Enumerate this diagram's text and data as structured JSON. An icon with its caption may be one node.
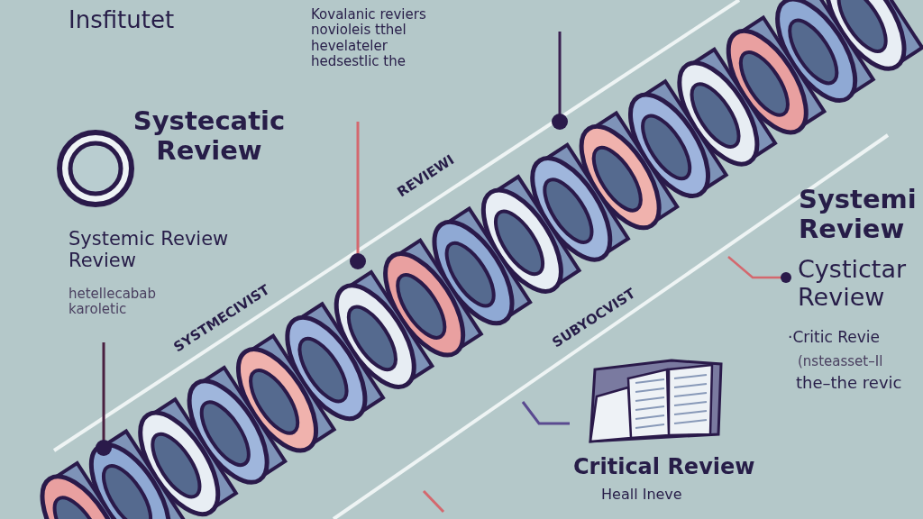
{
  "diagram": {
    "labels": [
      "Insfitutet",
      "Kovalanic reviers novioleis tthel hevelateler hedsestlic the",
      "Systecatic Review",
      "REVIEWI",
      "Systemic Review Review",
      "hetellecabab karoletic",
      "SYSTMECIVIST",
      "Systemi Review",
      "Cystictar Review",
      "SUBYOCVIST",
      "·Critic Revie",
      "(nsteasset–Il",
      "the–the revic",
      "Critical Review",
      "Heall Ineve"
    ]
  }
}
